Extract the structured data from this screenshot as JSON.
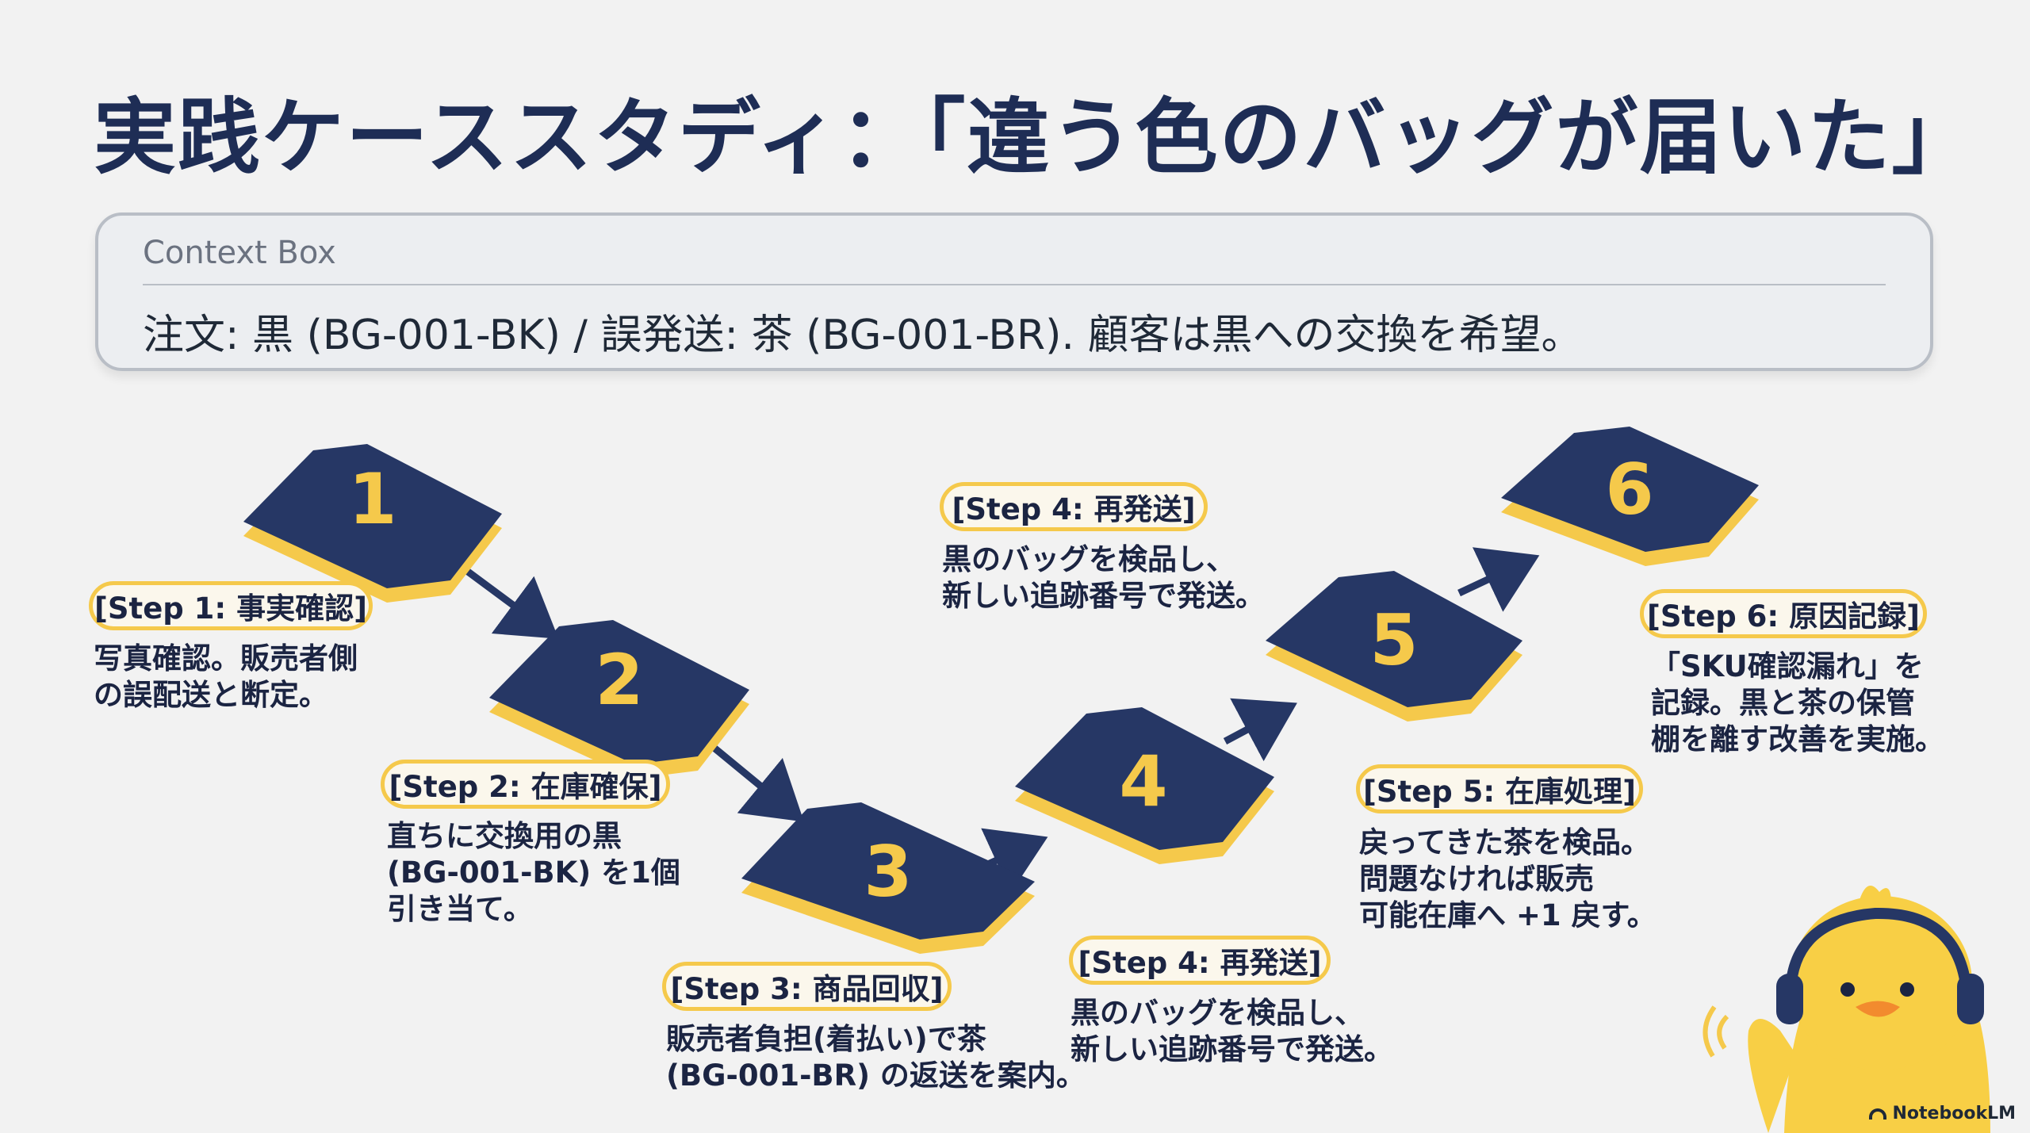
{
  "title": "実践ケーススタディ：「違う色のバッグが届いた」",
  "context": {
    "label": "Context Box",
    "text": "注文: 黒 (BG-001-BK) / 誤発送: 茶 (BG-001-BR). 顧客は黒への交換を希望。"
  },
  "steps": [
    {
      "number": "1",
      "badge": "[Step 1: 事実確認]",
      "desc": "写真確認。販売者側\nの誤配送と断定。"
    },
    {
      "number": "2",
      "badge": "[Step 2: 在庫確保]",
      "desc": "直ちに交換用の黒\n(BG-001-BK) を1個\n引き当て。"
    },
    {
      "number": "3",
      "badge": "[Step 3: 商品回収]",
      "desc": "販売者負担(着払い)で茶\n(BG-001-BR) の返送を案内。"
    },
    {
      "number": "4",
      "badge": "[Step 4: 再発送]",
      "desc": "黒のバッグを検品し、\n新しい追跡番号で発送。"
    },
    {
      "number": "5",
      "badge": "[Step 5: 在庫処理]",
      "desc": "戻ってきた茶を検品。\n問題なければ販売\n可能在庫へ +1 戻す。"
    },
    {
      "number": "6",
      "badge": "[Step 6: 原因記録]",
      "desc": "「SKU確認漏れ」を\n記録。黒と茶の保管\n棚を離す改善を実施。"
    }
  ],
  "step4_top": {
    "badge": "[Step 4: 再発送]",
    "desc": "黒のバッグを検品し、\n新しい追跡番号で発送。"
  },
  "brand": "NotebookLM",
  "colors": {
    "navy": "#263765",
    "yellow": "#f5c94b",
    "title": "#1e2d55"
  }
}
